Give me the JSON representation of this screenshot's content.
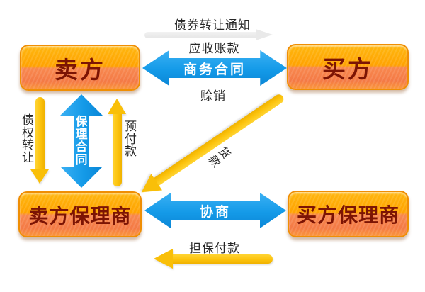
{
  "diagram": {
    "title": "factoring-process-diagram",
    "colors": {
      "blue_arrow": "#149ae8",
      "yellow_arrow": "#fcc30d",
      "gray_arrow": "#e9e9e9",
      "node_orange_top": "#ffa301",
      "node_orange_bottom": "#f47a45",
      "node_border": "#ef8e04",
      "node_text": "#7c1404",
      "label_text": "#262626",
      "arrow_label_text": "#ffffff"
    },
    "nodes": {
      "seller": {
        "label": "卖方"
      },
      "buyer": {
        "label": "买方"
      },
      "seller_factor": {
        "label": "卖方保理商"
      },
      "buyer_factor": {
        "label": "买方保理商"
      }
    },
    "edges": {
      "debt_transfer_notice": {
        "label": "债券转让通知",
        "type": "gray-arrow-right"
      },
      "accounts_receivable": {
        "label": "应收账款",
        "type": "text"
      },
      "commercial_contract": {
        "label": "商务合同",
        "type": "blue-double-arrow-horizontal"
      },
      "credit_sale": {
        "label": "赊销",
        "type": "text"
      },
      "receivable_transfer": {
        "label": "债权转让",
        "type": "yellow-arrow-down"
      },
      "factoring_contract": {
        "label": "保理合同",
        "type": "blue-double-arrow-vertical"
      },
      "advance_payment": {
        "label": "预付款",
        "type": "yellow-arrow-up"
      },
      "goods_payment": {
        "label": "货款",
        "type": "yellow-arrow-diagonal"
      },
      "negotiation": {
        "label": "协商",
        "type": "blue-double-arrow-horizontal"
      },
      "guaranteed_payment": {
        "label": "担保付款",
        "type": "yellow-arrow-left"
      }
    }
  }
}
